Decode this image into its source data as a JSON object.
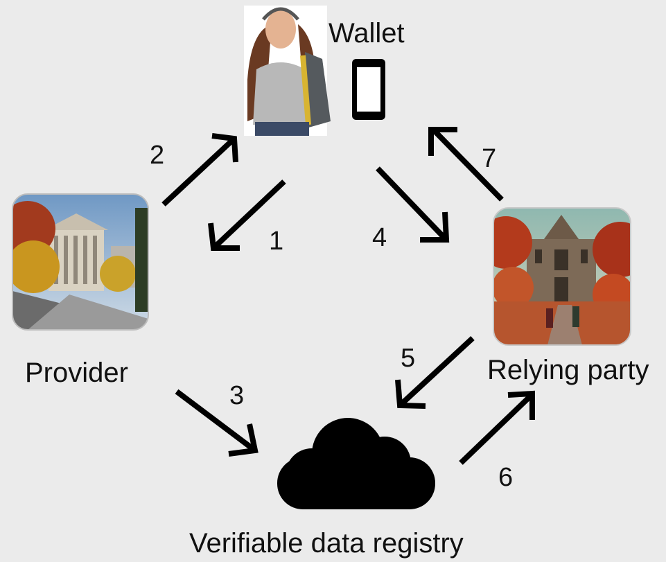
{
  "nodes": {
    "wallet": {
      "label": "Wallet"
    },
    "provider": {
      "label": "Provider"
    },
    "relying_party": {
      "label": "Relying party"
    },
    "registry": {
      "label": "Verifiable data registry"
    }
  },
  "arrows": [
    {
      "id": "1",
      "label": "1"
    },
    {
      "id": "2",
      "label": "2"
    },
    {
      "id": "3",
      "label": "3"
    },
    {
      "id": "4",
      "label": "4"
    },
    {
      "id": "5",
      "label": "5"
    },
    {
      "id": "6",
      "label": "6"
    },
    {
      "id": "7",
      "label": "7"
    }
  ],
  "colors": {
    "background": "#ebebeb",
    "arrow": "#000000"
  }
}
